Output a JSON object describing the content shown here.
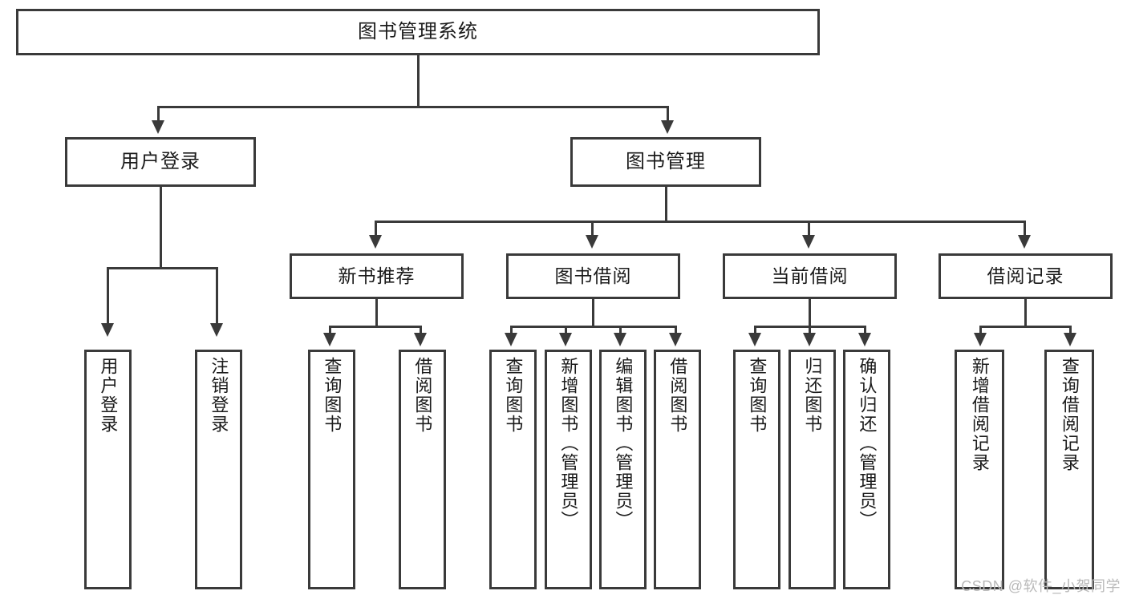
{
  "diagram": {
    "title": "图书管理系统",
    "type": "tree",
    "watermark": "CSDN @软件_小贺同学",
    "colors": {
      "stroke": "#3a3a3a",
      "fill": "#ffffff",
      "text": "#1b1b1b",
      "watermark": "#b9b9b9"
    },
    "nodes": {
      "root": {
        "label": "图书管理系统"
      },
      "level2": [
        {
          "label": "用户登录"
        },
        {
          "label": "图书管理"
        }
      ],
      "level3": [
        {
          "label": "新书推荐"
        },
        {
          "label": "图书借阅"
        },
        {
          "label": "当前借阅"
        },
        {
          "label": "借阅记录"
        }
      ],
      "leaves": {
        "user_login": [
          {
            "label": "用户登录"
          },
          {
            "label": "注销登录"
          }
        ],
        "new_book": [
          {
            "label": "查询图书"
          },
          {
            "label": "借阅图书"
          }
        ],
        "book_borrow": [
          {
            "label": "查询图书"
          },
          {
            "label": "新增图书（管理员）"
          },
          {
            "label": "编辑图书（管理员）"
          },
          {
            "label": "借阅图书"
          }
        ],
        "current_borrow": [
          {
            "label": "查询图书"
          },
          {
            "label": "归还图书"
          },
          {
            "label": "确认归还（管理员）"
          }
        ],
        "borrow_record": [
          {
            "label": "新增借阅记录"
          },
          {
            "label": "查询借阅记录"
          }
        ]
      }
    }
  }
}
